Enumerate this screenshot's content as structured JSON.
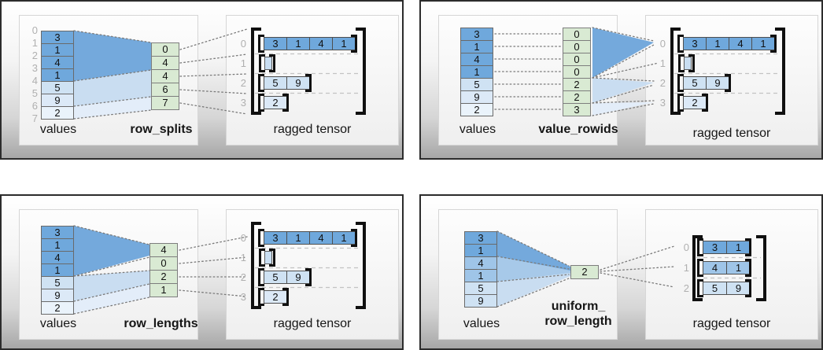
{
  "figure": {
    "description": "ragged tensor construction diagrams",
    "colors": {
      "dark_blue": "#6fa8dc",
      "medium_blue": "#9fc5e8",
      "light_blue": "#cfe2f3",
      "lighter_blue": "#dce9f7",
      "lightest_blue": "#eaf3fb",
      "partition_green": "#d9ead3"
    }
  },
  "panels": {
    "rs": {
      "values_label": "values",
      "partition_label": "row_splits",
      "ragged_label": "ragged tensor",
      "value_indices": [
        "0",
        "1",
        "2",
        "3",
        "4",
        "5",
        "6",
        "7"
      ],
      "values": [
        "3",
        "1",
        "4",
        "1",
        "5",
        "9",
        "2"
      ],
      "partition": [
        "0",
        "4",
        "4",
        "6",
        "7"
      ],
      "row_indices": [
        "0",
        "1",
        "2",
        "3"
      ],
      "rows": [
        [
          "3",
          "1",
          "4",
          "1"
        ],
        [],
        [
          "5",
          "9"
        ],
        [
          "2"
        ]
      ]
    },
    "vr": {
      "values_label": "values",
      "partition_label": "value_rowids",
      "ragged_label": "ragged tensor",
      "values": [
        "3",
        "1",
        "4",
        "1",
        "5",
        "9",
        "2"
      ],
      "partition": [
        "0",
        "0",
        "0",
        "0",
        "2",
        "2",
        "3"
      ],
      "row_indices": [
        "0",
        "1",
        "2",
        "3"
      ],
      "rows": [
        [
          "3",
          "1",
          "4",
          "1"
        ],
        [],
        [
          "5",
          "9"
        ],
        [
          "2"
        ]
      ]
    },
    "rl": {
      "values_label": "values",
      "partition_label": "row_lengths",
      "ragged_label": "ragged tensor",
      "values": [
        "3",
        "1",
        "4",
        "1",
        "5",
        "9",
        "2"
      ],
      "partition": [
        "4",
        "0",
        "2",
        "1"
      ],
      "row_indices": [
        "0",
        "1",
        "2",
        "3"
      ],
      "rows": [
        [
          "3",
          "1",
          "4",
          "1"
        ],
        [],
        [
          "5",
          "9"
        ],
        [
          "2"
        ]
      ]
    },
    "url": {
      "values_label": "values",
      "partition_label_line1": "uniform_",
      "partition_label_line2": "row_length",
      "ragged_label": "ragged tensor",
      "values": [
        "3",
        "1",
        "4",
        "1",
        "5",
        "9"
      ],
      "partition": [
        "2"
      ],
      "row_indices": [
        "0",
        "1",
        "2"
      ],
      "rows": [
        [
          "3",
          "1"
        ],
        [
          "4",
          "1"
        ],
        [
          "5",
          "9"
        ]
      ]
    }
  }
}
